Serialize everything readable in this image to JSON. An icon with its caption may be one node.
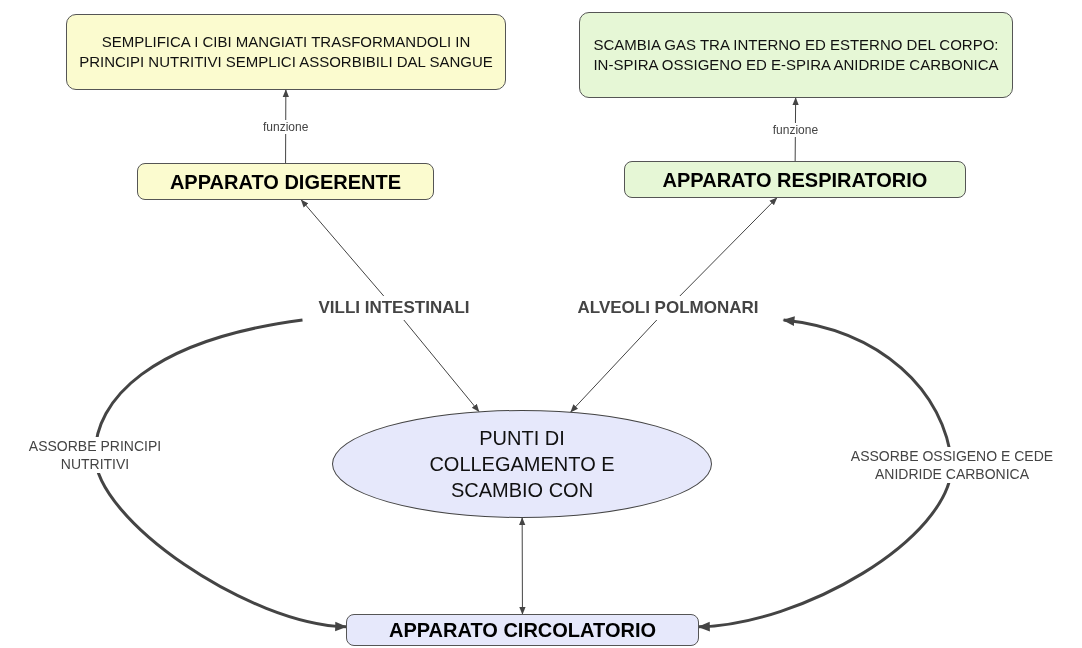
{
  "diagram": {
    "nodes": [
      {
        "text": [
          "SEMPLIFICA I CIBI MANGIATI TRASFORMANDOLI IN PRINCIPI NUTRITIVI SEMPLICI ASSORBIBILI DAL SANGUE"
        ]
      },
      {
        "text": [
          "SCAMBIA GAS TRA INTERNO ED ESTERNO DEL CORPO: IN-SPIRA OSSIGENO ED E-SPIRA ANIDRIDE CARBONICA"
        ]
      },
      {
        "text": [
          "APPARATO DIGERENTE"
        ]
      },
      {
        "text": [
          "APPARATO RESPIRATORIO"
        ]
      },
      {
        "text": [
          "VILLI INTESTINALI"
        ]
      },
      {
        "text": [
          "ALVEOLI POLMONARI"
        ]
      },
      {
        "text": [
          "PUNTI DI COLLEGAMENTO E SCAMBIO CON"
        ]
      },
      {
        "text": [
          "APPARATO CIRCOLATORIO"
        ]
      }
    ],
    "edges": [
      {
        "from": 2,
        "to": 0,
        "arrow": "to",
        "label": "funzione"
      },
      {
        "from": 3,
        "to": 1,
        "arrow": "to",
        "label": "funzione"
      },
      {
        "from": 4,
        "to": 2,
        "arrow": "to"
      },
      {
        "from": 5,
        "to": 3,
        "arrow": "to"
      },
      {
        "from": 4,
        "to": 6,
        "arrow": "to"
      },
      {
        "from": 5,
        "to": 6,
        "arrow": "to"
      },
      {
        "from": 6,
        "to": 7,
        "arrow": "both"
      },
      {
        "from": 4,
        "to": 7,
        "arrow": "to",
        "label": "ASSORBE PRINCIPI NUTRITIVI",
        "style": "thick"
      },
      {
        "from": 5,
        "to": 7,
        "arrow": "both",
        "label": "ASSORBE OSSIGENO E CEDE ANIDRIDE CARBONICA",
        "style": "thick"
      }
    ]
  }
}
